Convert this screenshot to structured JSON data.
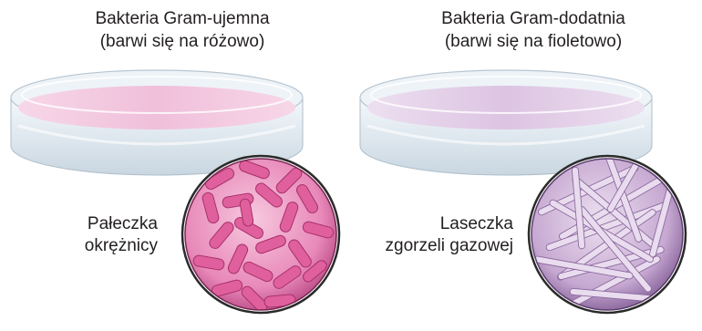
{
  "panels": [
    {
      "heading_line1": "Bakteria Gram-ujemna",
      "heading_line2": "(barwi się na różowo)",
      "caption_line1": "Pałeczka",
      "caption_line2": "okrężnicy",
      "stain_color": "#e46aa8",
      "dish_medium_color": "#f3c6de",
      "bacteria_shape": "rod"
    },
    {
      "heading_line1": "Bakteria Gram-dodatnia",
      "heading_line2": "(barwi się na fioletowo)",
      "caption_line1": "Laseczka",
      "caption_line2": "zgorzeli gazowej",
      "stain_color": "#a27ab8",
      "dish_medium_color": "#e6d2e9",
      "bacteria_shape": "long-rod"
    }
  ]
}
